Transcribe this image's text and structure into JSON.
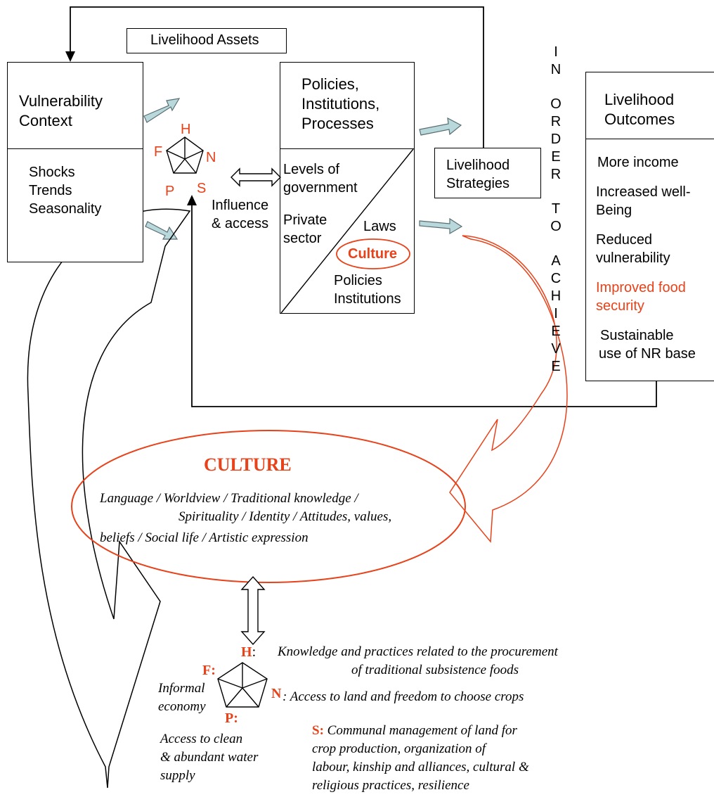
{
  "colors": {
    "accent": "#e8421a",
    "arrow_fill": "#b8d8dc"
  },
  "boxes": {
    "livelihood_assets": "Livelihood Assets",
    "vulnerability": {
      "title_l1": "Vulnerability",
      "title_l2": "Context",
      "items": [
        "Shocks",
        "Trends",
        "Seasonality"
      ]
    },
    "policies": {
      "title_l1": "Policies,",
      "title_l2": "Institutions,",
      "title_l3": "Processes",
      "levels_l1": "Levels of",
      "levels_l2": "government",
      "private_l1": "Private",
      "private_l2": "sector",
      "laws": "Laws",
      "culture": "Culture",
      "policies_l1": "Policies",
      "policies_l2": "Institutions"
    },
    "strategies": {
      "l1": "Livelihood",
      "l2": "Strategies"
    },
    "outcomes": {
      "title_l1": "Livelihood",
      "title_l2": "Outcomes",
      "items": [
        {
          "l1": "More income",
          "l2": ""
        },
        {
          "l1": "Increased well-",
          "l2": "Being"
        },
        {
          "l1": "Reduced",
          "l2": "vulnerability"
        },
        {
          "l1": "Improved food",
          "l2": "security"
        },
        {
          "l1": "Sustainable",
          "l2": "use of NR base"
        }
      ]
    }
  },
  "pentagon_top": {
    "H": "H",
    "F": "F",
    "N": "N",
    "P": "P",
    "S": "S"
  },
  "influence": {
    "l1": "Influence",
    "l2": "& access"
  },
  "vertical_text": [
    "I",
    "N",
    "",
    "O",
    "R",
    "D",
    "E",
    "R",
    "",
    "T",
    "O",
    "",
    "A",
    "C",
    "H",
    "I",
    "E",
    "V",
    "E"
  ],
  "culture_ellipse": {
    "title": "CULTURE",
    "l1": "Language /  Worldview / Traditional knowledge /",
    "l2": "Spirituality / Identity / Attitudes, values,",
    "l3": "beliefs / Social life / Artistic expression"
  },
  "pentagon_bottom": {
    "H": "H",
    "H_colon": ":",
    "F": "F:",
    "N": "N",
    "P": "P:",
    "S": "S:"
  },
  "bottom_labels": {
    "h_l1": "Knowledge and practices related to the procurement",
    "h_l2": "of traditional subsistence foods",
    "f_l1": "Informal",
    "f_l2": "economy",
    "n": ": Access to land and freedom to choose crops",
    "p_l1": "Access to clean",
    "p_l2": "& abundant water",
    "p_l3": "supply",
    "s_l1": " Communal management of land for",
    "s_l2": "crop   production, organization of",
    "s_l3": "labour, kinship and alliances, cultural &",
    "s_l4": "religious practices, resilience"
  }
}
